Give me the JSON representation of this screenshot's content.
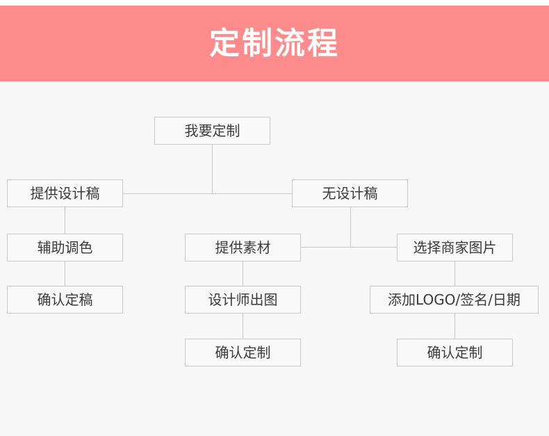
{
  "banner": {
    "title": "定制流程",
    "background_color": "#fd8b8b",
    "text_color": "#ffffff"
  },
  "canvas": {
    "background_color": "#f7f7f7",
    "node_border_color": "#c9c9c9",
    "node_background_color": "#f9f9f9",
    "node_text_color": "#3a3a3a",
    "connector_color": "#c9c9c9"
  },
  "flow": {
    "nodes": [
      {
        "id": "start",
        "label": "我要定制"
      },
      {
        "id": "has-design",
        "label": "提供设计稿"
      },
      {
        "id": "no-design",
        "label": "无设计稿"
      },
      {
        "id": "color-assist",
        "label": "辅助调色"
      },
      {
        "id": "provide-assets",
        "label": "提供素材"
      },
      {
        "id": "pick-merchant",
        "label": "选择商家图片"
      },
      {
        "id": "confirm-final",
        "label": "确认定稿"
      },
      {
        "id": "designer-draft",
        "label": "设计师出图"
      },
      {
        "id": "add-logo",
        "label": "添加LOGO/签名/日期"
      },
      {
        "id": "confirm-mid",
        "label": "确认定制"
      },
      {
        "id": "confirm-right",
        "label": "确认定制"
      }
    ]
  }
}
